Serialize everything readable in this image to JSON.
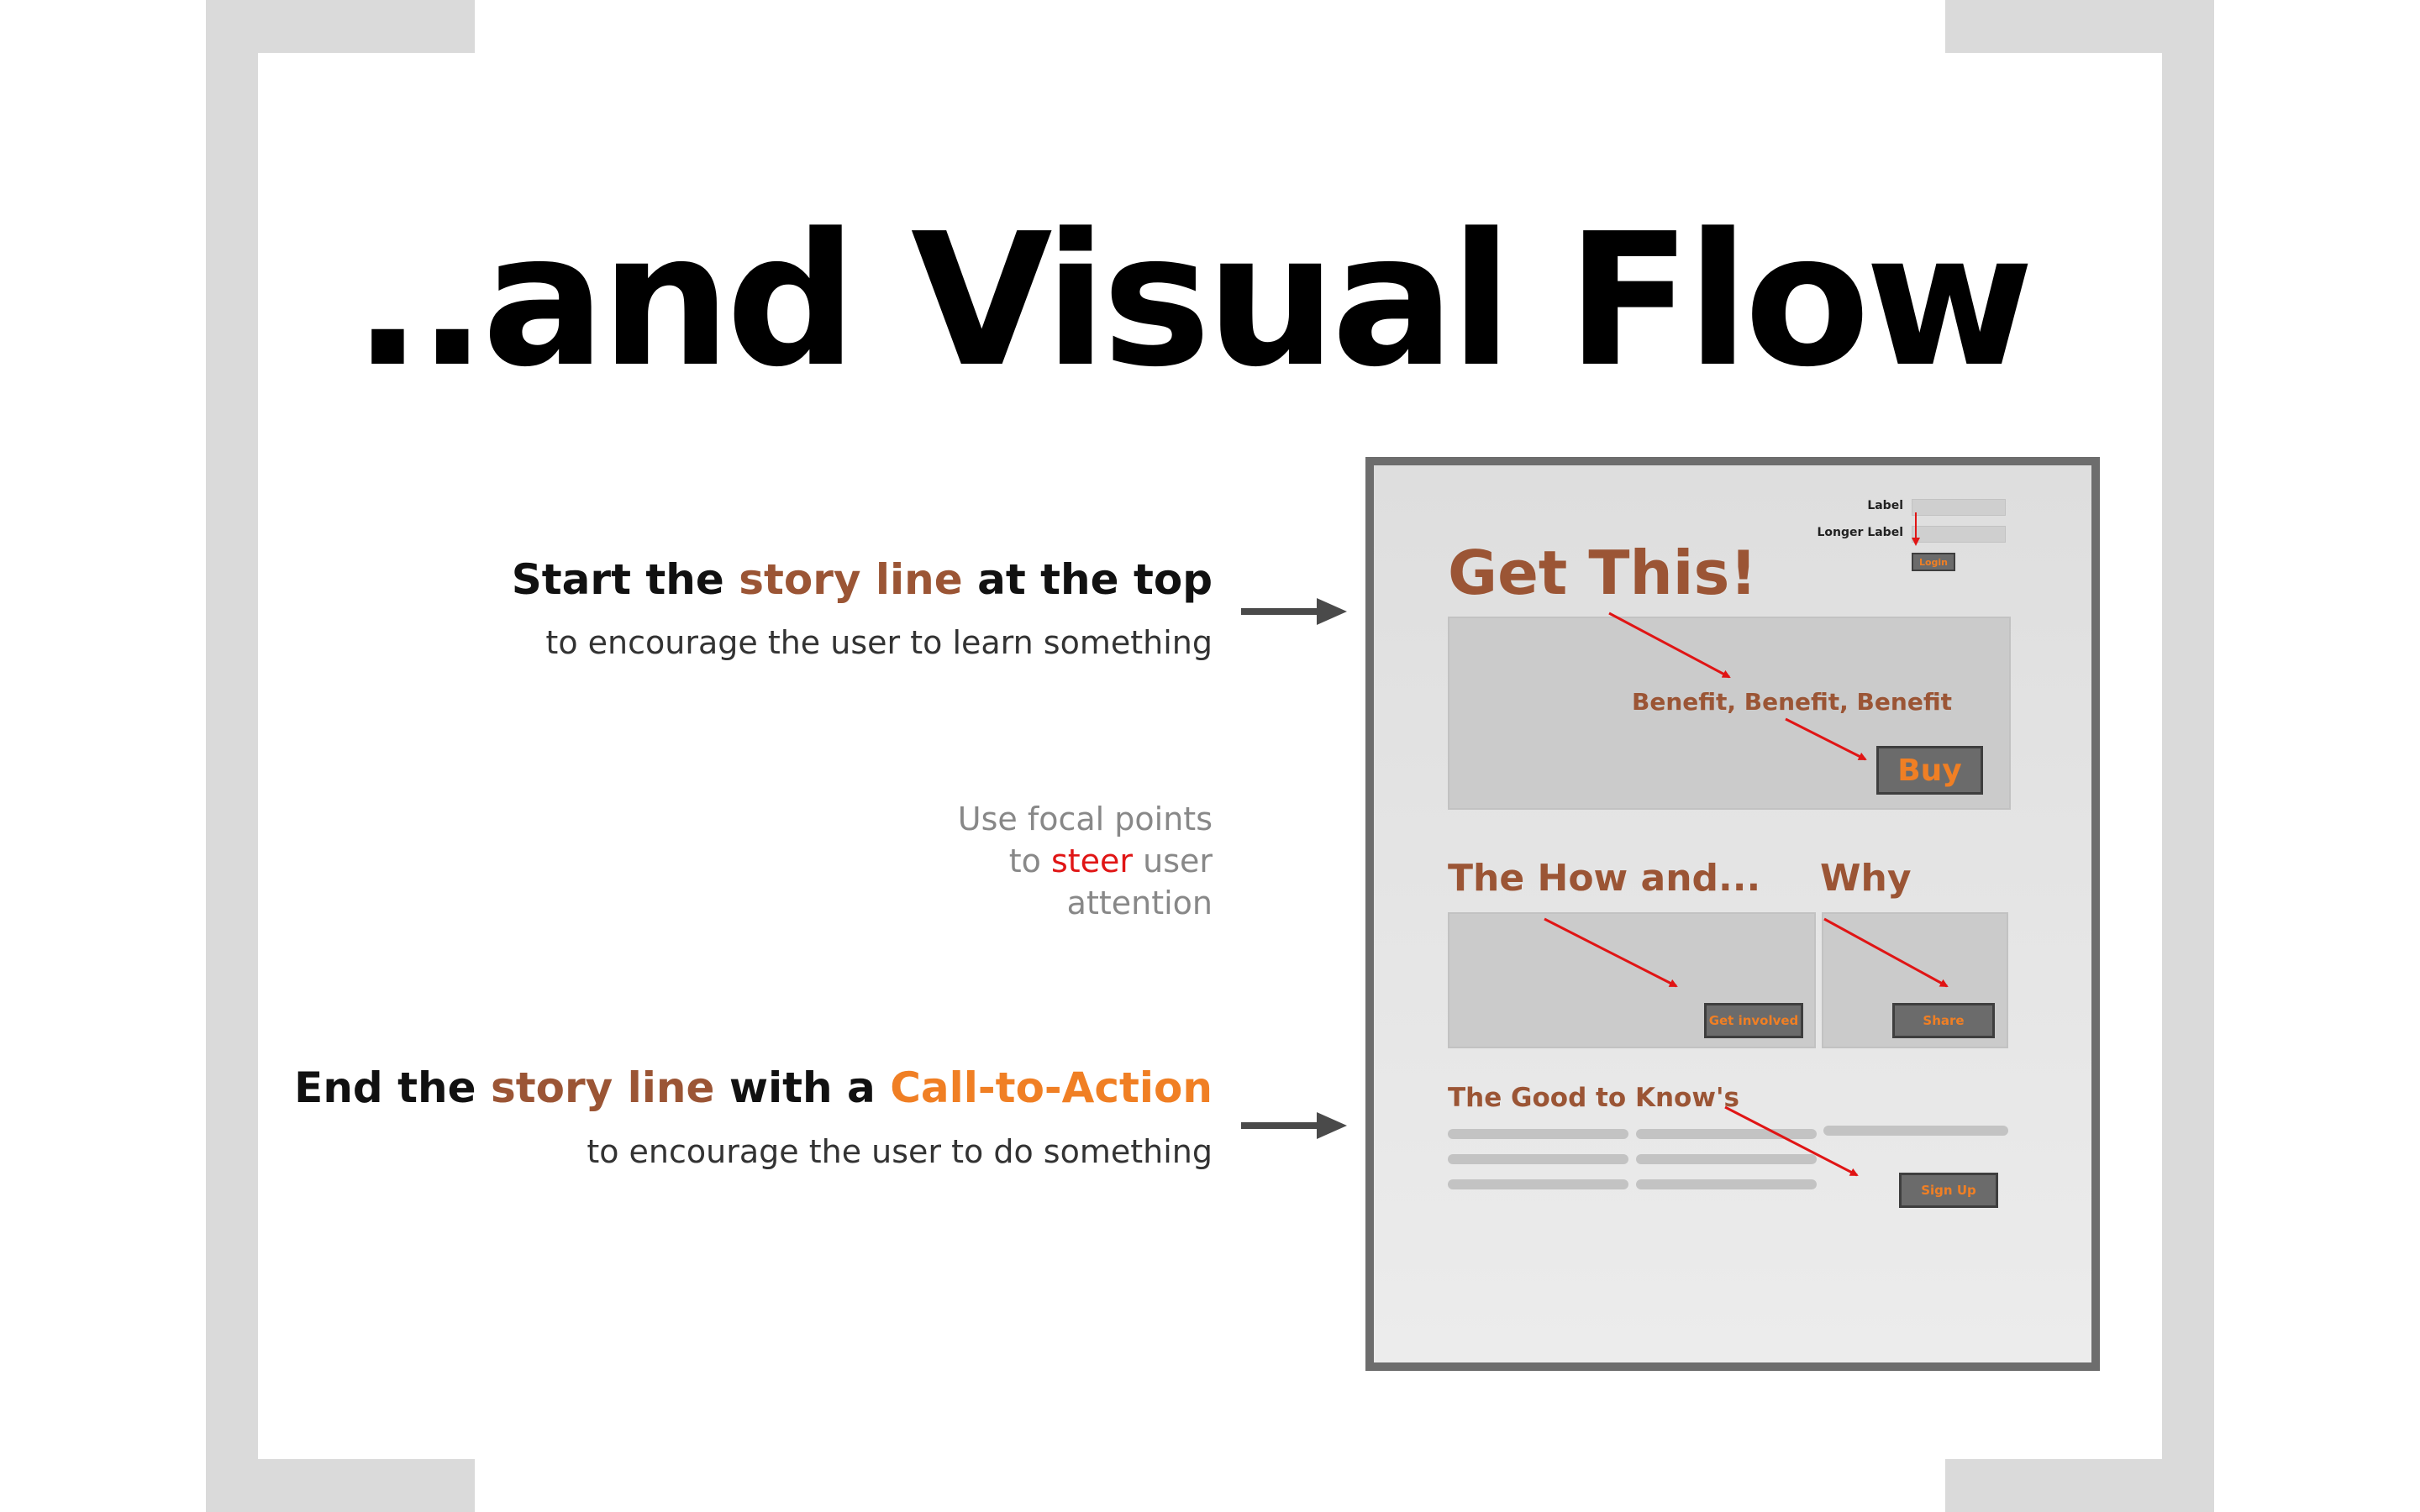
{
  "slide": {
    "title": "..and Visual Flow"
  },
  "points": [
    {
      "head_prefix": "Start the ",
      "head_highlight": "story line",
      "head_suffix": " at the top",
      "sub": "to encourage the user to learn something"
    },
    {
      "head_prefix": "End the ",
      "head_highlight": "story line",
      "head_middle": " with a ",
      "head_cta": "Call-to-Action",
      "sub": "to encourage the user to do something"
    }
  ],
  "focal": {
    "line1": "Use focal points",
    "line2_prefix": "to ",
    "line2_highlight": "steer",
    "line2_suffix": " user",
    "line3": "attention"
  },
  "wireframe": {
    "login": {
      "label": "Label",
      "longer_label": "Longer Label",
      "button": "Login"
    },
    "headline": "Get This!",
    "benefits": "Benefit, Benefit, Benefit",
    "buy_button": "Buy",
    "how_heading": "The How and...",
    "why_heading": "Why",
    "get_involved_button": "Get involved",
    "share_button": "Share",
    "good_to_know_heading": "The Good to Know's",
    "signup_button": "Sign Up"
  },
  "colors": {
    "brown_accent": "#9b5535",
    "orange_accent": "#f07f24",
    "red_accent": "#e01515",
    "bracket_gray": "#dadada"
  }
}
